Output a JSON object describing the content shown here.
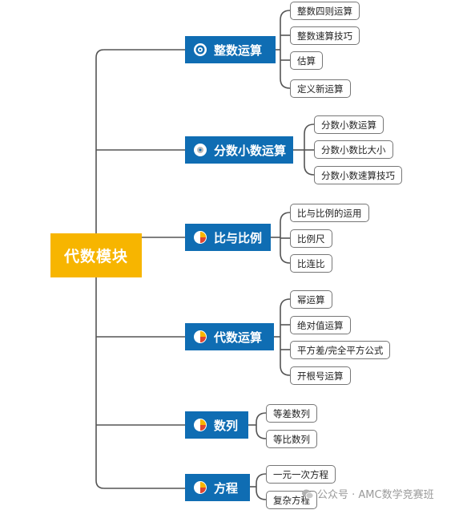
{
  "root": {
    "label": "代数模块"
  },
  "branches": [
    {
      "label": "整数运算",
      "icon": "target-icon",
      "children": [
        "整数四则运算",
        "整数速算技巧",
        "估算",
        "定义新运算"
      ]
    },
    {
      "label": "分数小数运算",
      "icon": "disc-icon",
      "children": [
        "分数小数运算",
        "分数小数比大小",
        "分数小数速算技巧"
      ]
    },
    {
      "label": "比与比例",
      "icon": "pie-chart-icon",
      "children": [
        "比与比例的运用",
        "比例尺",
        "比连比"
      ]
    },
    {
      "label": "代数运算",
      "icon": "pie-chart-icon",
      "children": [
        "幂运算",
        "绝对值运算",
        "平方差/完全平方公式",
        "开根号运算"
      ]
    },
    {
      "label": "数列",
      "icon": "pie-chart-icon",
      "children": [
        "等差数列",
        "等比数列"
      ]
    },
    {
      "label": "方程",
      "icon": "pie-chart-icon",
      "children": [
        "一元一次方程",
        "复杂方程"
      ]
    }
  ],
  "watermark": {
    "text": "公众号 · AMC数学竞赛班"
  },
  "colors": {
    "root": "#f7b500",
    "branch": "#0f6db3",
    "connector": "#555555"
  }
}
